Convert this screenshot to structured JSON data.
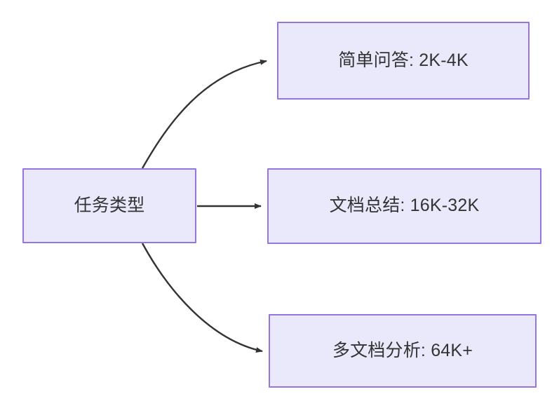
{
  "diagram": {
    "type": "flowchart",
    "direction": "left-to-right",
    "background_color": "#ffffff",
    "node_fill_color": "#eae8fb",
    "node_border_color": "#9575de",
    "node_text_color": "#333333",
    "edge_color": "#333333",
    "root": {
      "id": "task-type",
      "label": "任务类型"
    },
    "branches": [
      {
        "id": "simple-qa",
        "label": "简单问答: 2K-4K",
        "task": "简单问答",
        "context_range": "2K-4K",
        "edge_style": "curved-up"
      },
      {
        "id": "doc-summary",
        "label": "文档总结: 16K-32K",
        "task": "文档总结",
        "context_range": "16K-32K",
        "edge_style": "straight"
      },
      {
        "id": "multi-doc",
        "label": "多文档分析: 64K+",
        "task": "多文档分析",
        "context_range": "64K+",
        "edge_style": "curved-down"
      }
    ]
  }
}
